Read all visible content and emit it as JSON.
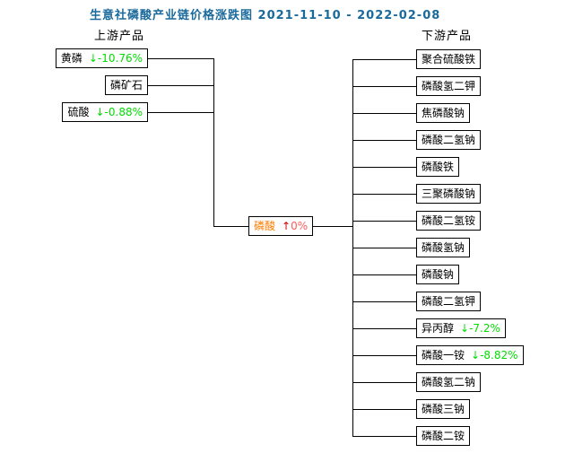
{
  "title": "生意社磷酸产业链价格涨跌图 2021-11-10 - 2022-02-08",
  "headers": {
    "upstream": "上游产品",
    "downstream": "下游产品"
  },
  "center_node": {
    "key": "phosphoric-acid",
    "label": "磷酸",
    "arrow": "↑",
    "change": "0%",
    "direction": "up"
  },
  "upstream_nodes": [
    {
      "key": "yellow-phosphorus",
      "label": "黄磷",
      "arrow": "↓",
      "change": "-10.76%",
      "direction": "down"
    },
    {
      "key": "phosphate-rock",
      "label": "磷矿石"
    },
    {
      "key": "sulfuric-acid",
      "label": "硫酸",
      "arrow": "↓",
      "change": "-0.88%",
      "direction": "down"
    }
  ],
  "downstream_nodes": [
    {
      "key": "polymeric-ferric-sulfate",
      "label": "聚合硫酸铁"
    },
    {
      "key": "dipotassium-hydrogen-phosphate",
      "label": "磷酸氢二钾"
    },
    {
      "key": "sodium-pyrophosphate",
      "label": "焦磷酸钠"
    },
    {
      "key": "sodium-dihydrogen-phosphate",
      "label": "磷酸二氢钠"
    },
    {
      "key": "iron-phosphate",
      "label": "磷酸铁"
    },
    {
      "key": "sodium-tripolyphosphate",
      "label": "三聚磷酸钠"
    },
    {
      "key": "ammonium-dihydrogen-phosphate",
      "label": "磷酸二氢铵"
    },
    {
      "key": "sodium-hydrogen-phosphate",
      "label": "磷酸氢钠"
    },
    {
      "key": "sodium-phosphate",
      "label": "磷酸钠"
    },
    {
      "key": "potassium-dihydrogen-phosphate",
      "label": "磷酸二氢钾"
    },
    {
      "key": "isopropanol",
      "label": "异丙醇",
      "arrow": "↓",
      "change": "-7.2%",
      "direction": "down"
    },
    {
      "key": "monoammonium-phosphate",
      "label": "磷酸一铵",
      "arrow": "↓",
      "change": "-8.82%",
      "direction": "down"
    },
    {
      "key": "disodium-hydrogen-phosphate",
      "label": "磷酸氢二钠"
    },
    {
      "key": "trisodium-phosphate",
      "label": "磷酸三钠"
    },
    {
      "key": "diammonium-phosphate",
      "label": "磷酸二铵"
    }
  ],
  "colors": {
    "title_blue": "#1a6a9c",
    "down_green": "#00dd00",
    "up_red": "#ff5a5a",
    "up_arrow_red": "#d40000",
    "center_orange": "#ff7c00",
    "line_black": "#000000"
  }
}
